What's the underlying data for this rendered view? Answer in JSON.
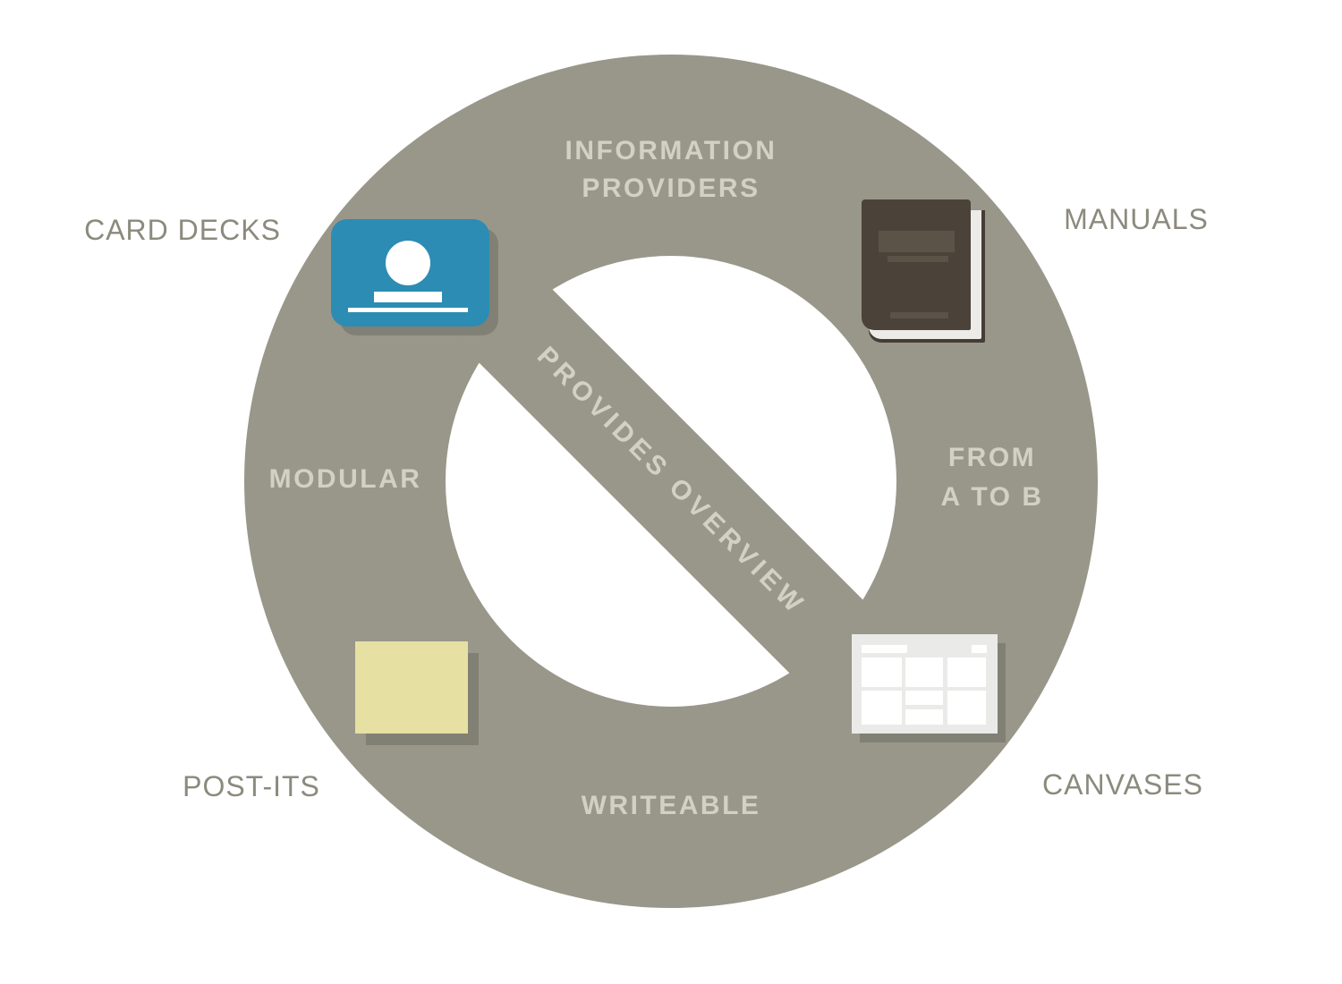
{
  "colors": {
    "ring": "#98978A",
    "inner_text": "#D2D1C2",
    "outer_text": "#8B8A7D",
    "card_blue": "#2C8CB4",
    "book_cover": "#4B423A",
    "book_detail": "#5B5248",
    "book_pages": "#ECEBE8",
    "book_back": "#453C34",
    "postit": "#E6E0A3",
    "canvas_frame": "#EAEAE8",
    "shadow": "rgba(50,50,42,0.22)"
  },
  "ring": {
    "top_label": {
      "line1": "INFORMATION",
      "line2": "PROVIDERS"
    },
    "left_label": "MODULAR",
    "right_label": {
      "line1": "FROM",
      "line2": "A TO B"
    },
    "bottom_label": "WRITEABLE",
    "band_label": "PROVIDES OVERVIEW"
  },
  "items": {
    "card_decks": {
      "label": "CARD DECKS",
      "icon": "id-card-icon"
    },
    "manuals": {
      "label": "MANUALS",
      "icon": "book-icon"
    },
    "post_its": {
      "label": "POST-ITS",
      "icon": "sticky-note-icon"
    },
    "canvases": {
      "label": "CANVASES",
      "icon": "canvas-grid-icon"
    }
  }
}
